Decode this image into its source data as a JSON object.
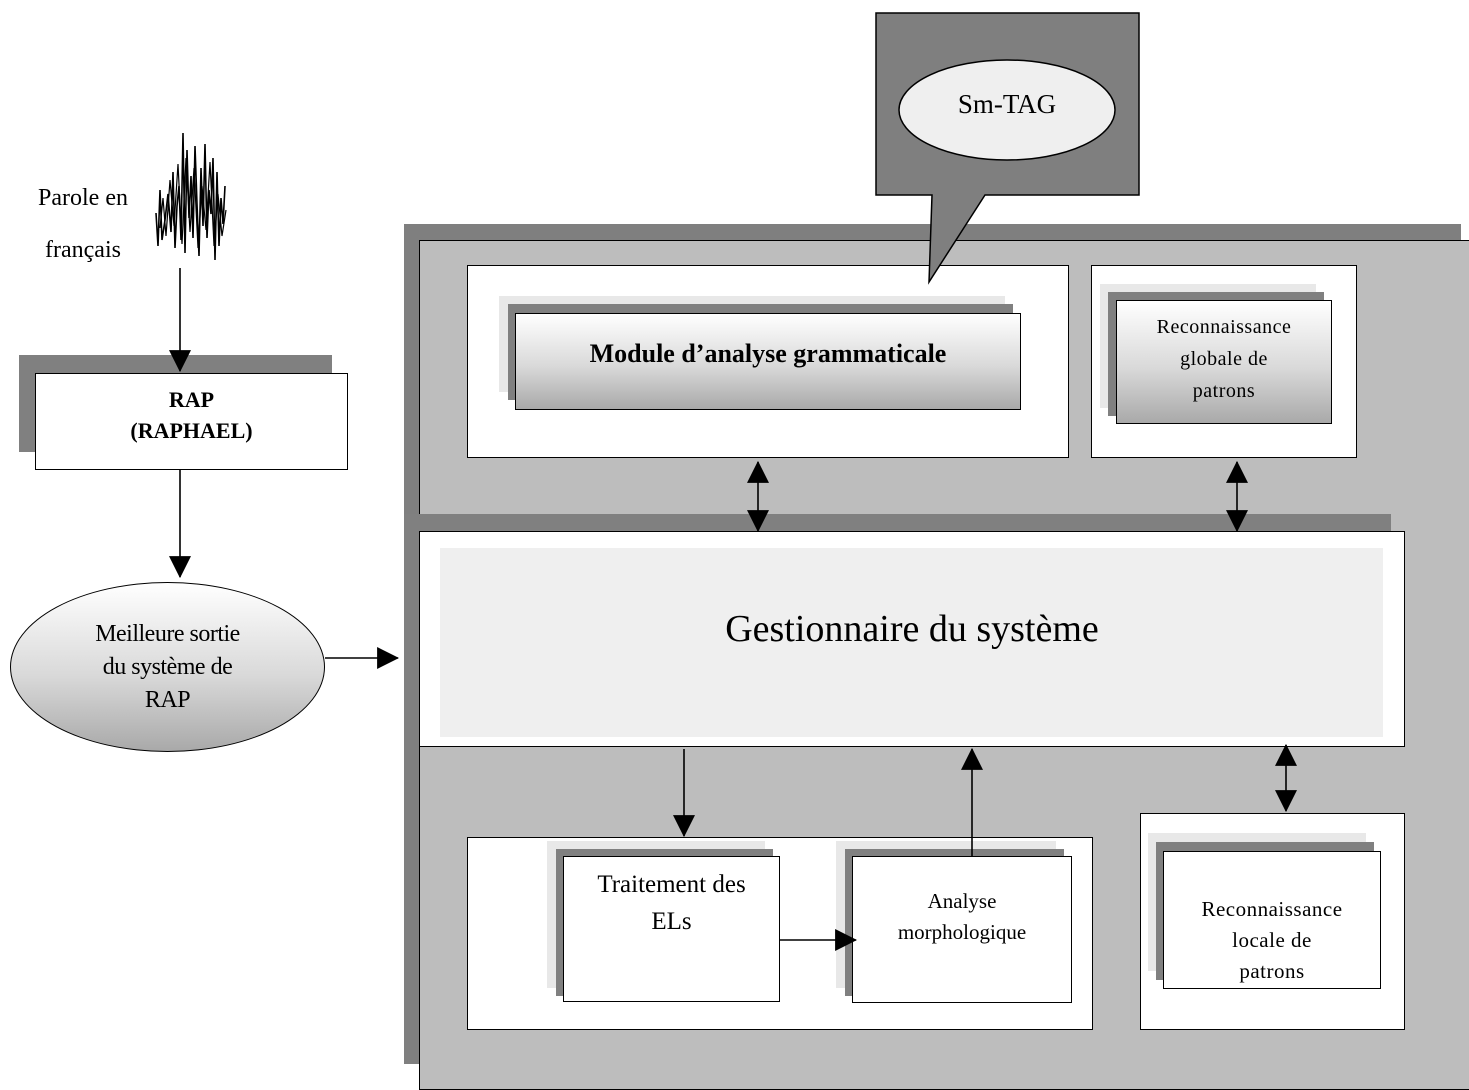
{
  "input": {
    "line1": "Parole en",
    "line2": "français"
  },
  "rap_box": {
    "line1": "RAP",
    "line2": "(RAPHAEL)"
  },
  "best_output": {
    "line1": "Meilleure sortie",
    "line2": "du système de",
    "line3": "RAP"
  },
  "callout": {
    "label": "Sm-TAG"
  },
  "grammar_module": {
    "label": "Module d’analyse grammaticale"
  },
  "global_patterns": {
    "line1": "Reconnaissance",
    "line2": "globale de",
    "line3": "patrons"
  },
  "system_manager": {
    "label": "Gestionnaire du système"
  },
  "el_processing": {
    "line1": "Traitement des",
    "line2": "ELs"
  },
  "morphology": {
    "line1": "Analyse",
    "line2": "morphologique"
  },
  "local_patterns": {
    "line1": "Reconnaissance",
    "line2": "locale de",
    "line3": "patrons"
  },
  "colors": {
    "outer_panel": "#bdbdbd",
    "panel_shadow": "#7f7f7f",
    "inner_shadow": "#808080",
    "manager_fill": "#efefef"
  }
}
